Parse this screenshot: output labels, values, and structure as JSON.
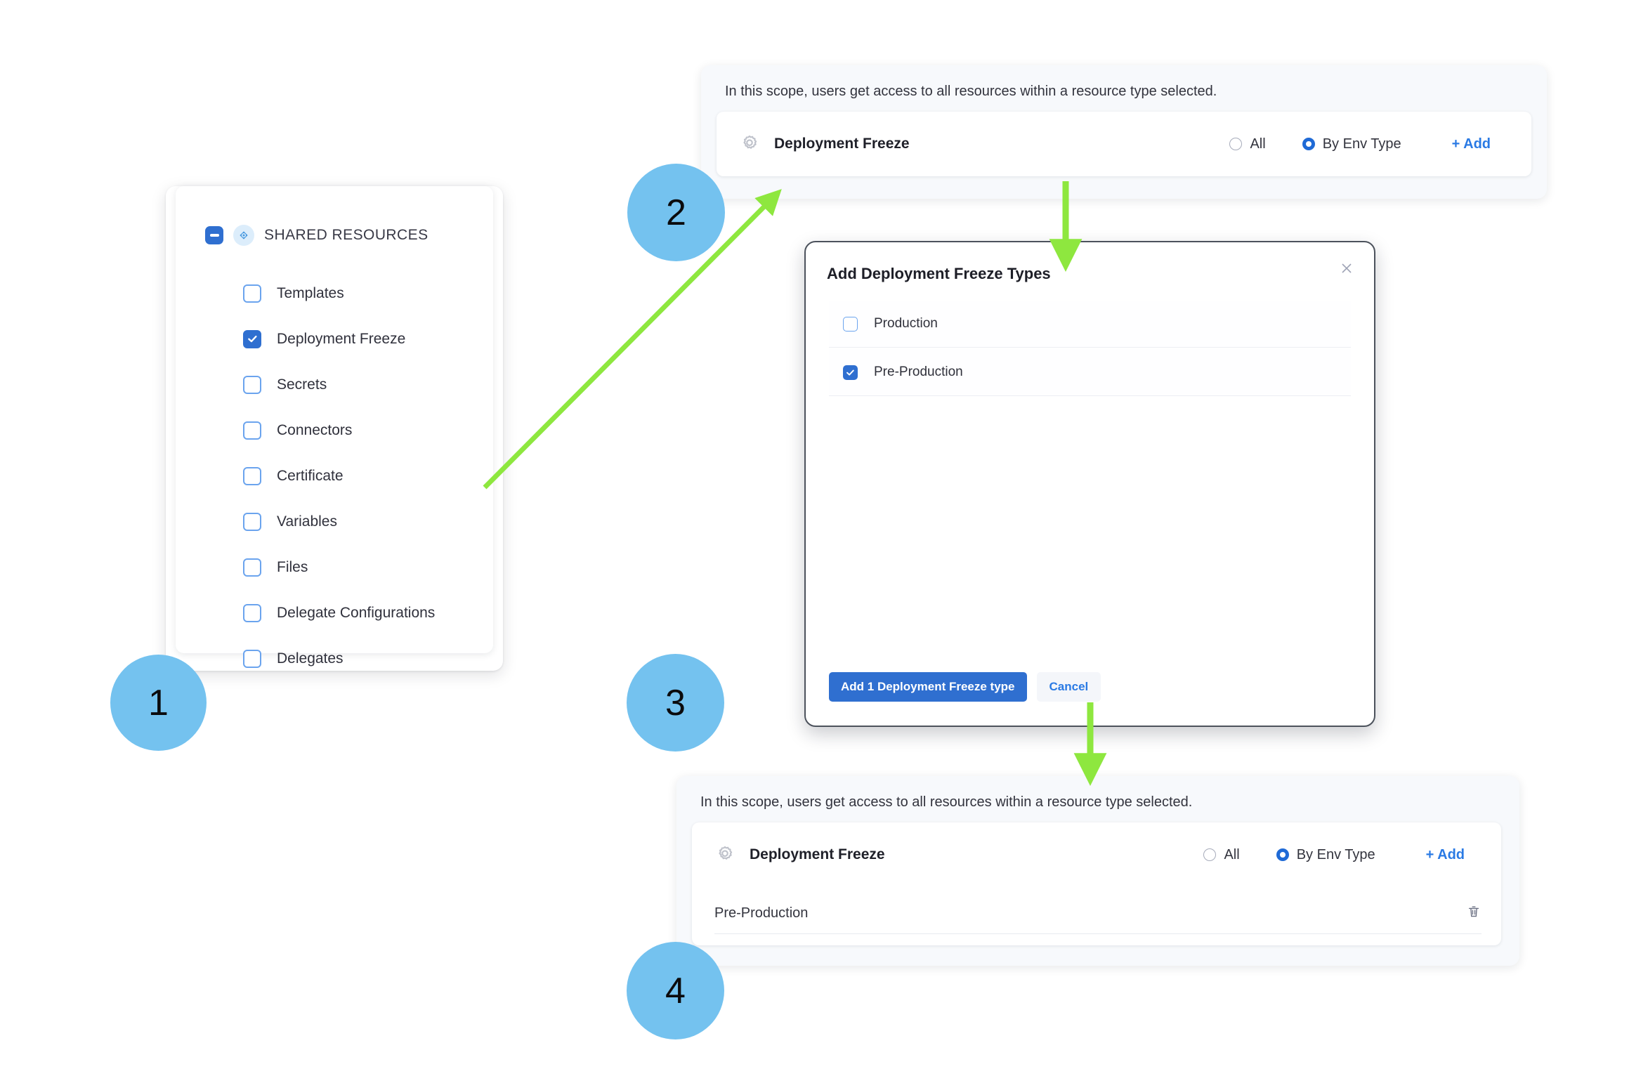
{
  "steps": [
    {
      "number": "1"
    },
    {
      "number": "2"
    },
    {
      "number": "3"
    },
    {
      "number": "4"
    }
  ],
  "colors": {
    "accent_blue": "#2f6fd0",
    "link_blue": "#2a7ae4",
    "bubble_blue": "#74c2ef",
    "arrow_green": "#8ee73f",
    "panel_bg": "#f7f9fc",
    "modal_border": "#4c525c"
  },
  "shared_resources": {
    "title": "SHARED RESOURCES",
    "collapse_icon": "minus-icon",
    "module_icon": "shared-resources-icon",
    "items": [
      {
        "label": "Templates",
        "checked": false
      },
      {
        "label": "Deployment Freeze",
        "checked": true
      },
      {
        "label": "Secrets",
        "checked": false
      },
      {
        "label": "Connectors",
        "checked": false
      },
      {
        "label": "Certificate",
        "checked": false
      },
      {
        "label": "Variables",
        "checked": false
      },
      {
        "label": "Files",
        "checked": false
      },
      {
        "label": "Delegate Configurations",
        "checked": false
      },
      {
        "label": "Delegates",
        "checked": false
      }
    ]
  },
  "scope_panel_before": {
    "description": "In this scope, users get access to all resources within a resource type selected.",
    "resource_icon": "gear-icon",
    "resource_name": "Deployment Freeze",
    "options": [
      {
        "label": "All",
        "selected": false
      },
      {
        "label": "By Env Type",
        "selected": true
      }
    ],
    "add_label": "+ Add",
    "env_rows": []
  },
  "scope_panel_after": {
    "description": "In this scope, users get access to all resources within a resource type selected.",
    "resource_icon": "gear-icon",
    "resource_name": "Deployment Freeze",
    "options": [
      {
        "label": "All",
        "selected": false
      },
      {
        "label": "By Env Type",
        "selected": true
      }
    ],
    "add_label": "+ Add",
    "env_rows": [
      {
        "label": "Pre-Production",
        "delete_icon": "trash-icon"
      }
    ]
  },
  "modal": {
    "title": "Add Deployment Freeze Types",
    "close_icon": "close-icon",
    "options": [
      {
        "label": "Production",
        "checked": false
      },
      {
        "label": "Pre-Production",
        "checked": true
      }
    ],
    "primary_button": "Add 1 Deployment Freeze type",
    "secondary_button": "Cancel"
  }
}
